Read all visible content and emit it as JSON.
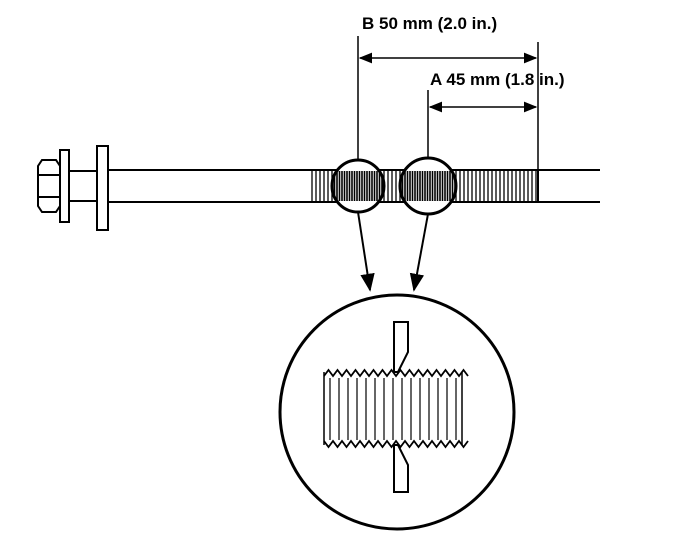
{
  "dimensions": {
    "b": {
      "letter": "B",
      "value": "50 mm (2.0 in.)"
    },
    "a": {
      "letter": "A",
      "value": "45 mm (1.8 in.)"
    }
  },
  "colors": {
    "ink": "#000000",
    "paper": "#ffffff"
  }
}
